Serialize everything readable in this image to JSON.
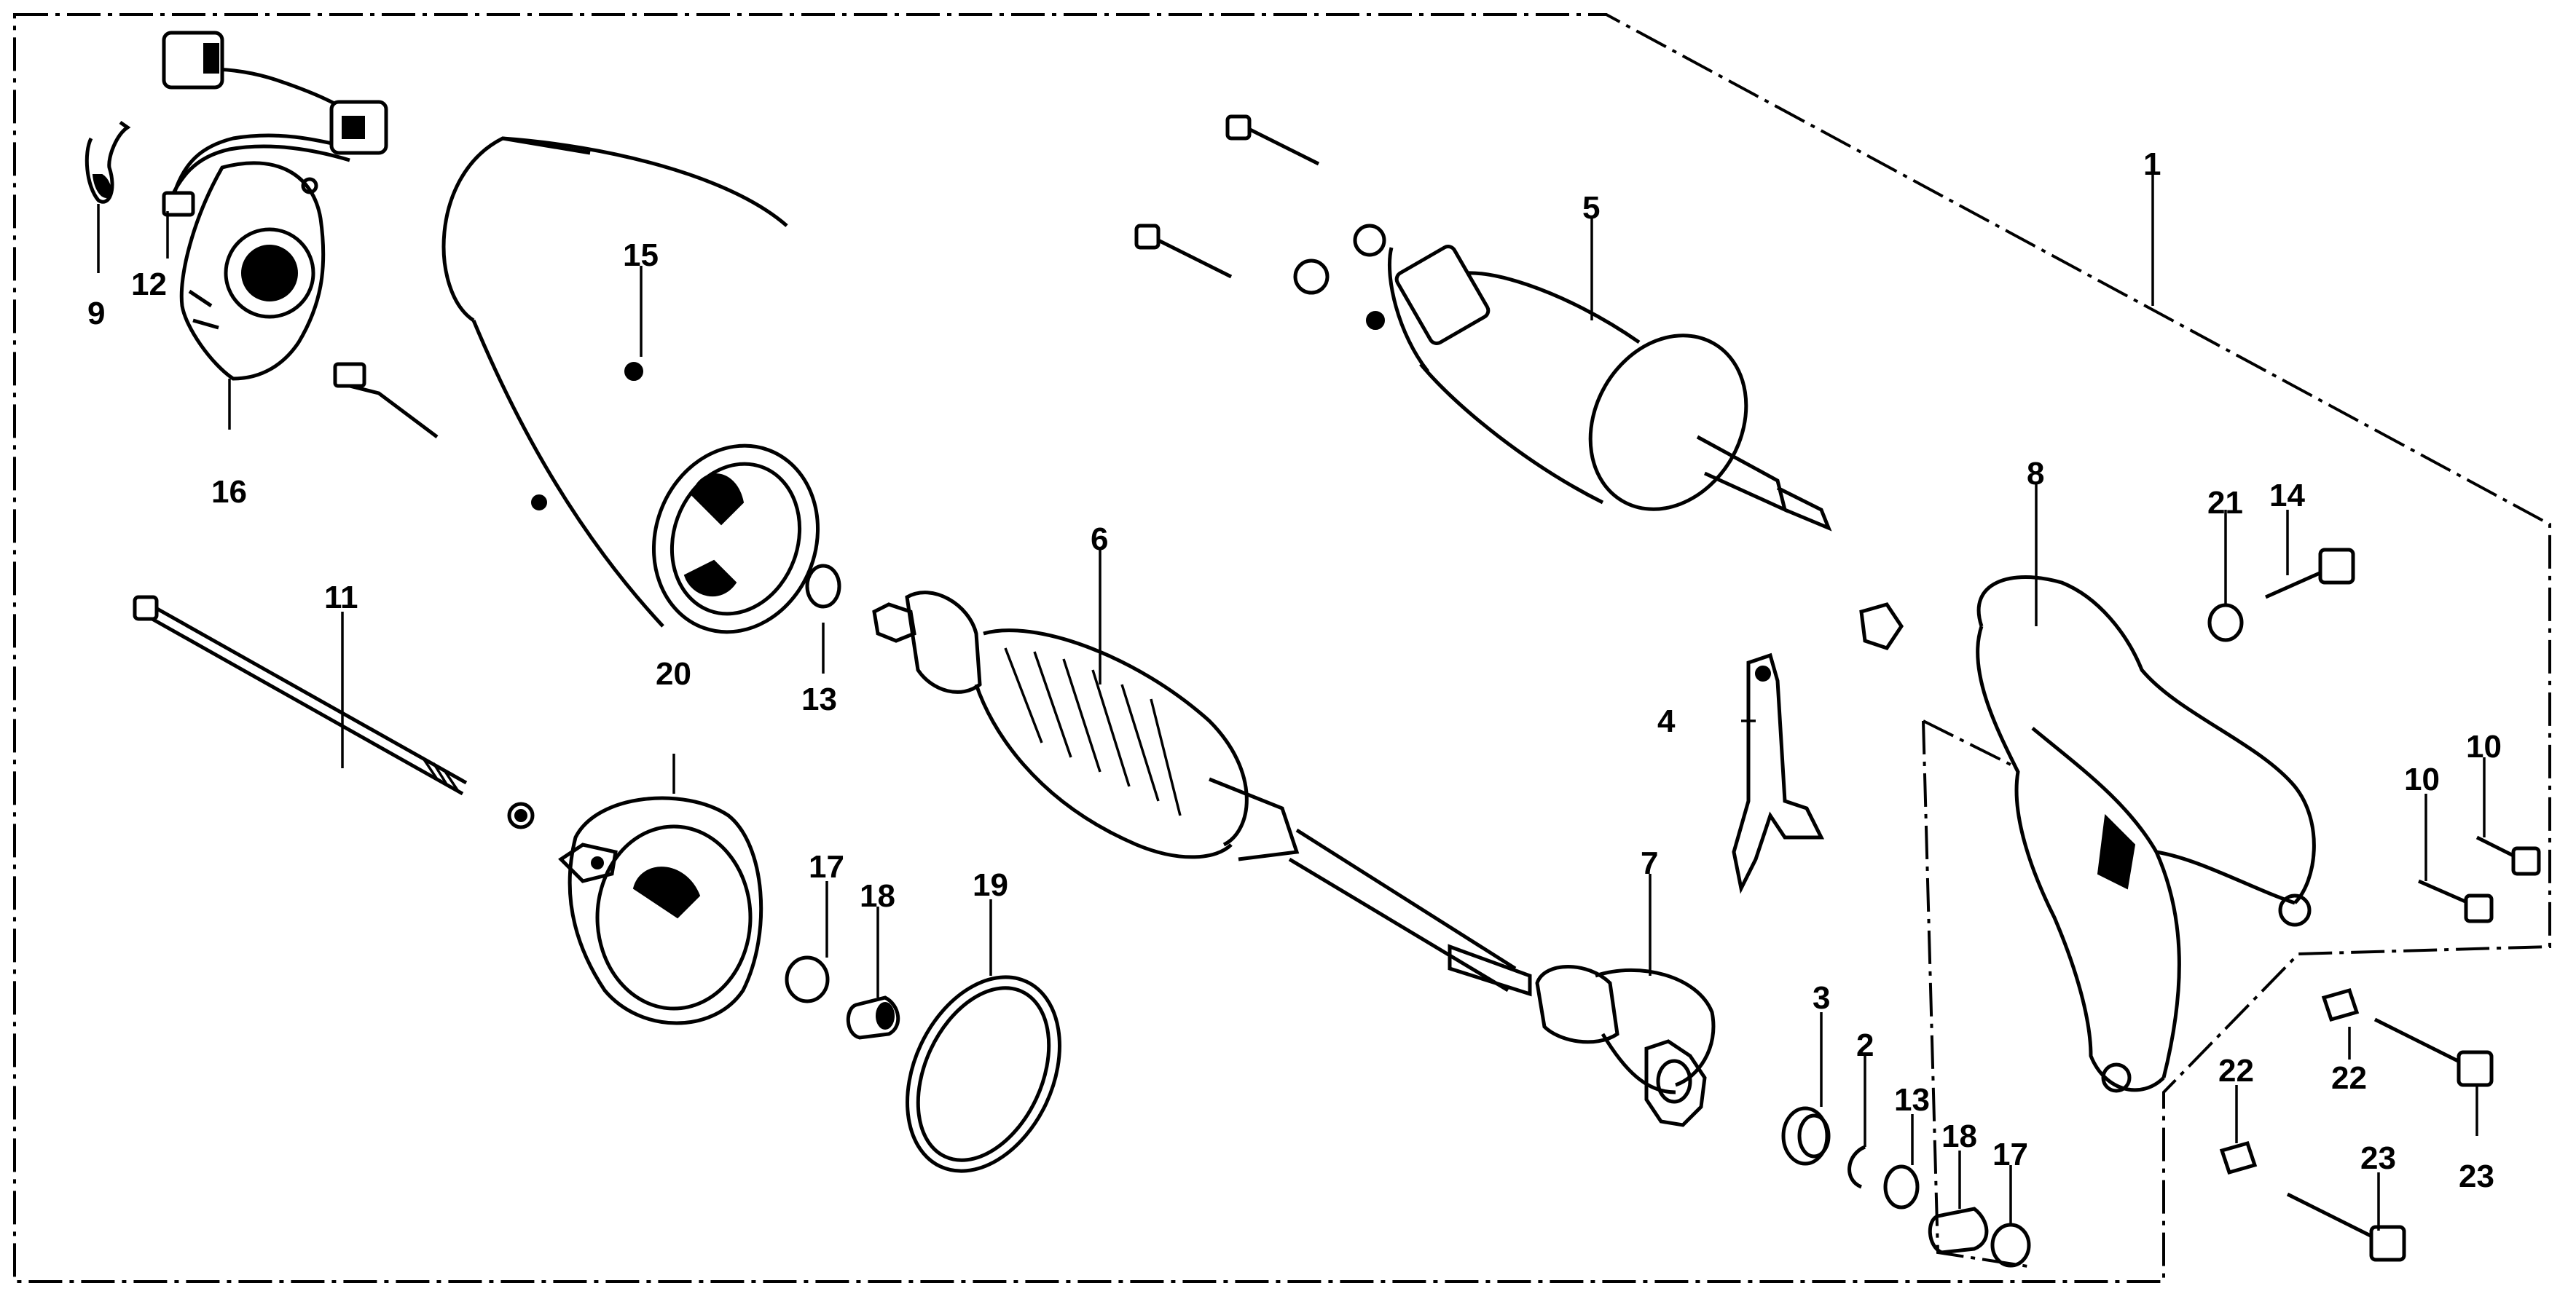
{
  "diagram": {
    "callouts": [
      {
        "id": "c1",
        "text": "1"
      },
      {
        "id": "c2",
        "text": "2"
      },
      {
        "id": "c3",
        "text": "3"
      },
      {
        "id": "c4",
        "text": "4"
      },
      {
        "id": "c5",
        "text": "5"
      },
      {
        "id": "c6",
        "text": "6"
      },
      {
        "id": "c7",
        "text": "7"
      },
      {
        "id": "c8",
        "text": "8"
      },
      {
        "id": "c9",
        "text": "9"
      },
      {
        "id": "c10a",
        "text": "10"
      },
      {
        "id": "c10b",
        "text": "10"
      },
      {
        "id": "c11",
        "text": "11"
      },
      {
        "id": "c12",
        "text": "12"
      },
      {
        "id": "c13a",
        "text": "13"
      },
      {
        "id": "c13b",
        "text": "13"
      },
      {
        "id": "c14",
        "text": "14"
      },
      {
        "id": "c15",
        "text": "15"
      },
      {
        "id": "c16",
        "text": "16"
      },
      {
        "id": "c17a",
        "text": "17"
      },
      {
        "id": "c17b",
        "text": "17"
      },
      {
        "id": "c18a",
        "text": "18"
      },
      {
        "id": "c18b",
        "text": "18"
      },
      {
        "id": "c19",
        "text": "19"
      },
      {
        "id": "c20",
        "text": "20"
      },
      {
        "id": "c21",
        "text": "21"
      },
      {
        "id": "c22a",
        "text": "22"
      },
      {
        "id": "c22b",
        "text": "22"
      },
      {
        "id": "c23a",
        "text": "23"
      },
      {
        "id": "c23b",
        "text": "23"
      }
    ]
  }
}
